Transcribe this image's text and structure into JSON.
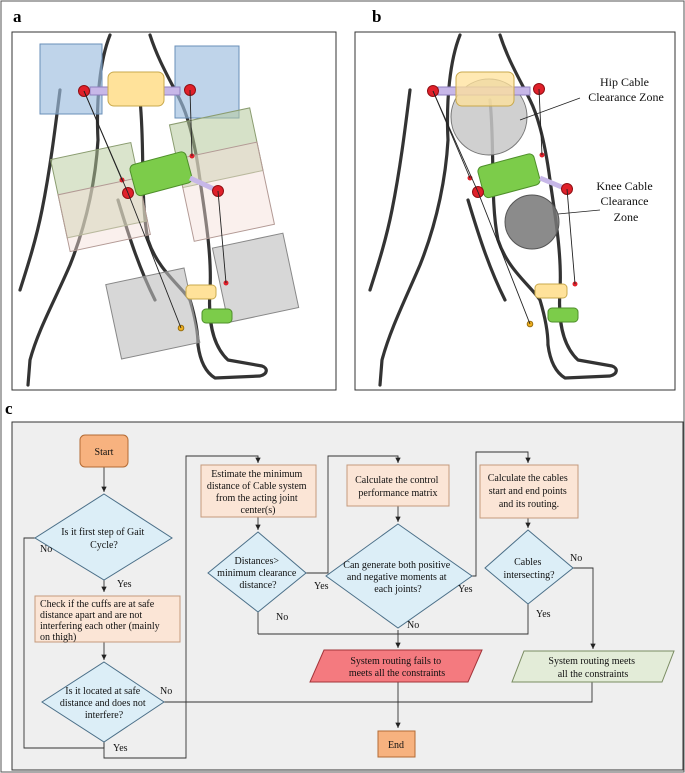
{
  "panels": {
    "a": {
      "letter": "a"
    },
    "b": {
      "letter": "b",
      "hip_zone_label": [
        "Hip Cable",
        "Clearance Zone"
      ],
      "knee_zone_label": [
        "Knee Cable",
        "Clearance",
        "Zone"
      ]
    },
    "c": {
      "letter": "c"
    }
  },
  "flowchart": {
    "start": "Start",
    "end": "End",
    "decision_first_step": [
      "Is it first step of Gait",
      "Cycle?"
    ],
    "process_check_cuffs": [
      "Check if the cuffs are at safe",
      "distance apart and are not",
      "interfering each other (mainly",
      "on thigh)"
    ],
    "decision_safe_distance": [
      "Is it located at safe",
      "distance and does not",
      "interfere?"
    ],
    "process_estimate": [
      "Estimate the minimum",
      "distance of Cable system",
      "from the acting joint",
      "center(s)"
    ],
    "decision_distances": [
      "Distances>",
      "minimum clearance",
      "distance?"
    ],
    "process_control_matrix": [
      "Calculate the control",
      "performance matrix"
    ],
    "decision_moments": [
      "Can generate both positive",
      "and negative moments at",
      "each joints?"
    ],
    "process_cables_points": [
      "Calculate the cables",
      "start and end points",
      "and its routing."
    ],
    "decision_intersecting": [
      "Cables",
      "intersecting?"
    ],
    "fail_box": [
      "System routing fails to",
      "meets all the constraints"
    ],
    "meet_box": [
      "System routing meets",
      "all the constraints"
    ],
    "labels": {
      "yes": "Yes",
      "no": "No"
    }
  },
  "colors": {
    "start_end_fill": "#f7b27f",
    "process_fill": "#fbe5d6",
    "decision_fill": "#dceef7",
    "fail_fill": "#f47a7f",
    "meet_fill": "#e3ecd8",
    "flow_bg": "#efefef",
    "hip_cuff": "#ffe29a",
    "thigh_cuff": "#7ccc4a",
    "joint_red": "#e0202a"
  }
}
